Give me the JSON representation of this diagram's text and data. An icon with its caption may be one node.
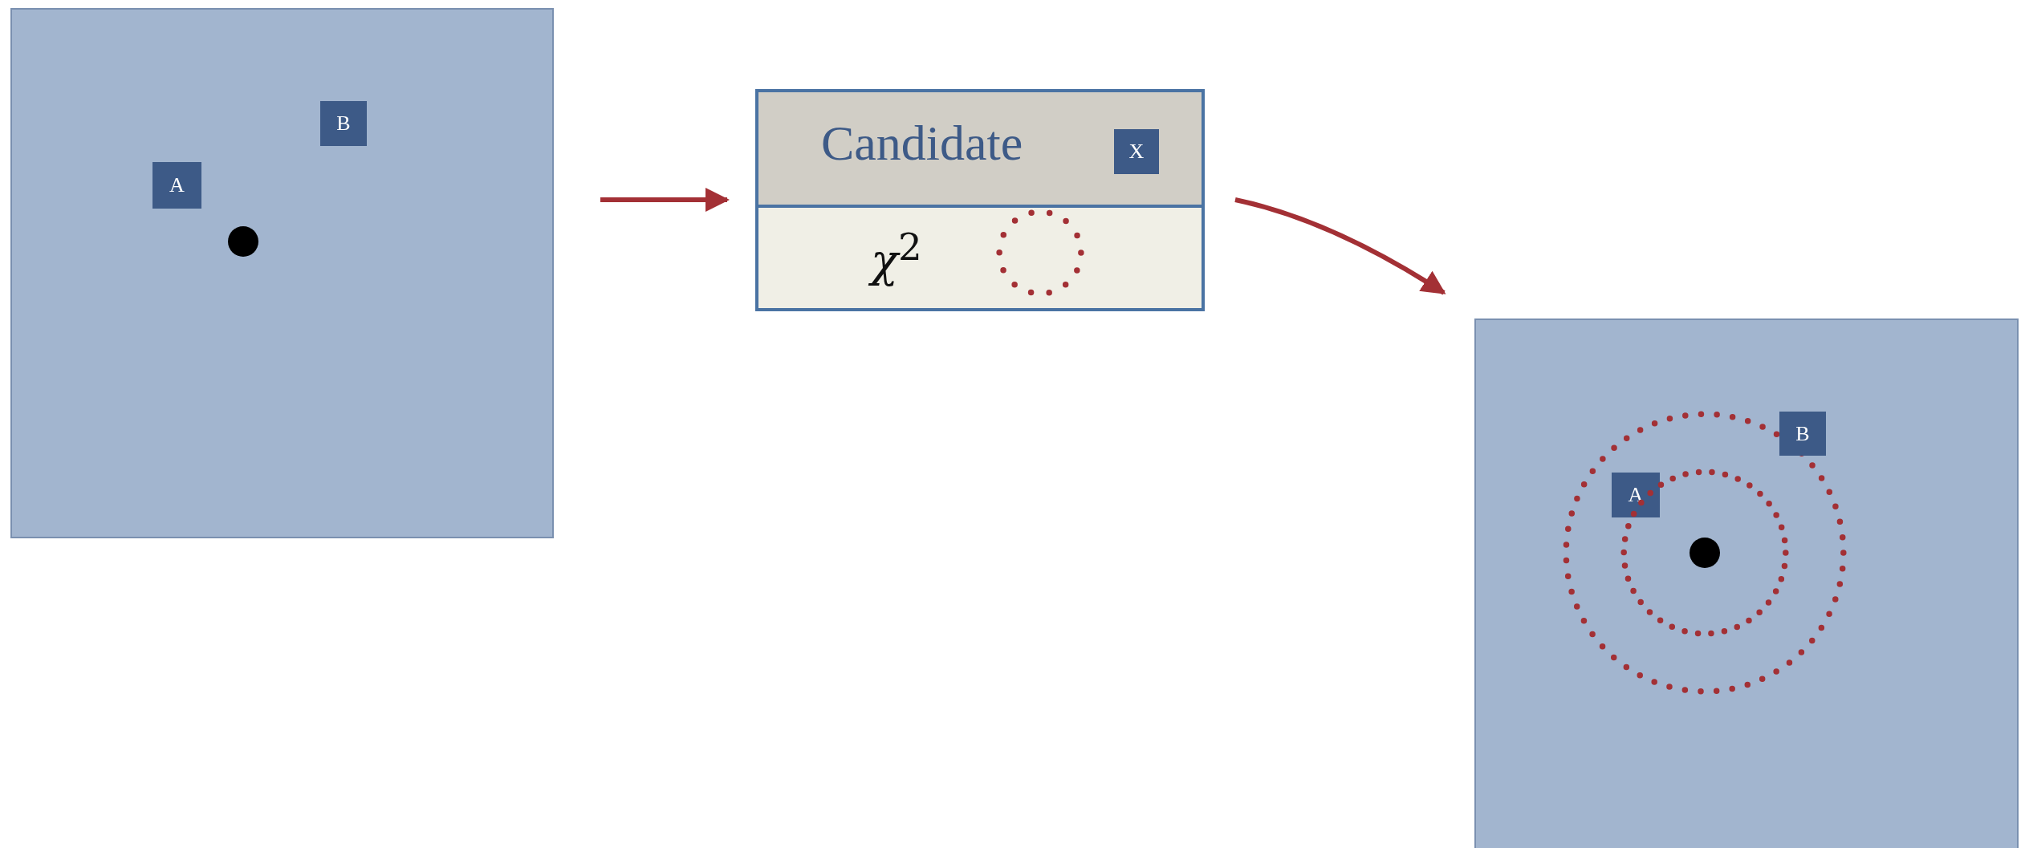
{
  "diagram": {
    "nodes": [
      {
        "text": [],
        "shape": "box"
      },
      {
        "text": [
          "A"
        ],
        "in": 0
      },
      {
        "text": [
          "B"
        ],
        "in": 0
      },
      {
        "text": [],
        "shape": "circle",
        "in": 0
      },
      {
        "text": [
          "Candidate"
        ]
      },
      {
        "text": [
          "X"
        ],
        "in": 4
      },
      {
        "text": [
          "*χ*$^{2}$"
        ],
        "in": 4
      },
      {
        "text": [],
        "shape": "circle",
        "in": 6
      },
      {
        "text": [],
        "shape": "box"
      },
      {
        "text": [],
        "shape": "circle",
        "in": 8
      },
      {
        "text": [
          "A"
        ],
        "in": 9
      },
      {
        "text": [
          "B"
        ],
        "in": 8
      },
      {
        "text": [],
        "shape": "circle",
        "in": 9
      },
      {
        "text": [],
        "shape": "circle",
        "in": 12
      }
    ],
    "edges": [
      {
        "from": 0,
        "to": 4,
        "arrow": "to"
      },
      {
        "from": 4,
        "to": 8,
        "arrow": "to"
      }
    ]
  }
}
